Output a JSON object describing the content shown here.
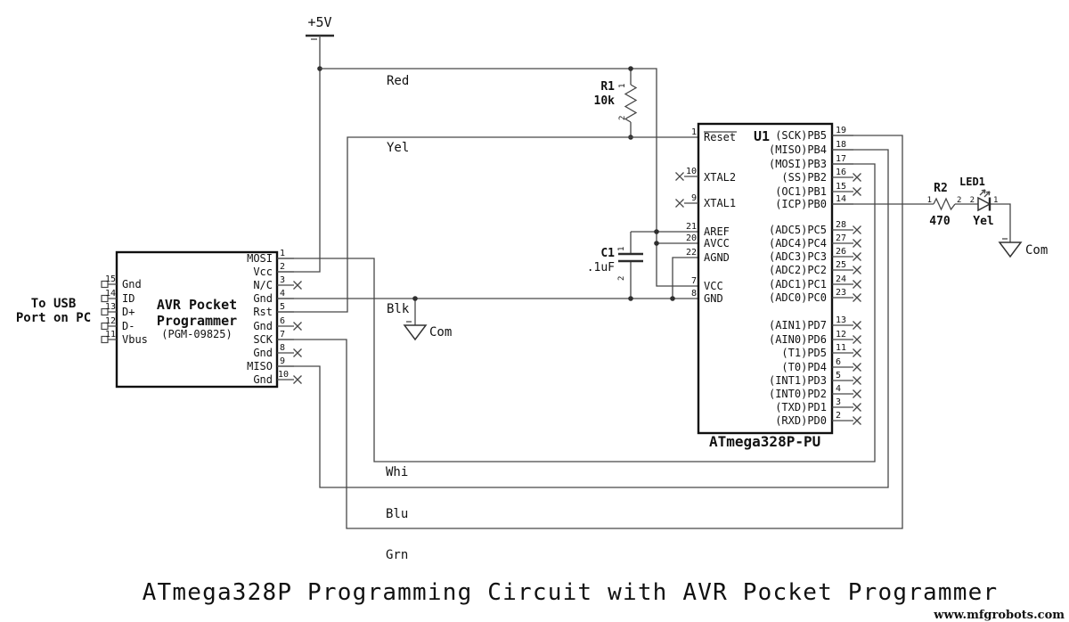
{
  "title": "ATmega328P Programming Circuit with AVR Pocket Programmer",
  "watermark": "www.mfgrobots.com",
  "power": {
    "label": "+5V"
  },
  "wires": {
    "red": "Red",
    "yel": "Yel",
    "blk": "Blk",
    "whi": "Whi",
    "blu": "Blu",
    "grn": "Grn"
  },
  "grounds": {
    "com1": "Com",
    "com2": "Com"
  },
  "programmer": {
    "line1": "AVR Pocket",
    "line2": "Programmer",
    "part": "(PGM-09825)",
    "usb_note_line1": "To USB",
    "usb_note_line2": "Port on PC",
    "right_pins": [
      {
        "num": "1",
        "name": "MOSI"
      },
      {
        "num": "2",
        "name": "Vcc"
      },
      {
        "num": "3",
        "name": "N/C"
      },
      {
        "num": "4",
        "name": "Gnd"
      },
      {
        "num": "5",
        "name": "Rst"
      },
      {
        "num": "6",
        "name": "Gnd"
      },
      {
        "num": "7",
        "name": "SCK"
      },
      {
        "num": "8",
        "name": "Gnd"
      },
      {
        "num": "9",
        "name": "MISO"
      },
      {
        "num": "10",
        "name": "Gnd"
      }
    ],
    "left_pins": [
      {
        "num": "15",
        "name": "Gnd"
      },
      {
        "num": "14",
        "name": "ID"
      },
      {
        "num": "13",
        "name": "D+"
      },
      {
        "num": "12",
        "name": "D-"
      },
      {
        "num": "11",
        "name": "Vbus"
      }
    ]
  },
  "chip": {
    "ref": "U1",
    "part": "ATmega328P-PU",
    "left_pins": [
      {
        "num": "1",
        "name": "Reset"
      },
      {
        "num": "10",
        "name": "XTAL2"
      },
      {
        "num": "9",
        "name": "XTAL1"
      },
      {
        "num": "21",
        "name": "AREF"
      },
      {
        "num": "20",
        "name": "AVCC"
      },
      {
        "num": "22",
        "name": "AGND"
      },
      {
        "num": "7",
        "name": "VCC"
      },
      {
        "num": "8",
        "name": "GND"
      }
    ],
    "right_pins": [
      {
        "num": "19",
        "name": "(SCK)PB5"
      },
      {
        "num": "18",
        "name": "(MISO)PB4"
      },
      {
        "num": "17",
        "name": "(MOSI)PB3"
      },
      {
        "num": "16",
        "name": "(SS)PB2"
      },
      {
        "num": "15",
        "name": "(OC1)PB1"
      },
      {
        "num": "14",
        "name": "(ICP)PB0"
      },
      {
        "num": "28",
        "name": "(ADC5)PC5"
      },
      {
        "num": "27",
        "name": "(ADC4)PC4"
      },
      {
        "num": "26",
        "name": "(ADC3)PC3"
      },
      {
        "num": "25",
        "name": "(ADC2)PC2"
      },
      {
        "num": "24",
        "name": "(ADC1)PC1"
      },
      {
        "num": "23",
        "name": "(ADC0)PC0"
      },
      {
        "num": "13",
        "name": "(AIN1)PD7"
      },
      {
        "num": "12",
        "name": "(AIN0)PD6"
      },
      {
        "num": "11",
        "name": "(T1)PD5"
      },
      {
        "num": "6",
        "name": "(T0)PD4"
      },
      {
        "num": "5",
        "name": "(INT1)PD3"
      },
      {
        "num": "4",
        "name": "(INT0)PD2"
      },
      {
        "num": "3",
        "name": "(TXD)PD1"
      },
      {
        "num": "2",
        "name": "(RXD)PD0"
      }
    ]
  },
  "r1": {
    "ref": "R1",
    "value": "10k",
    "pin_top": "1",
    "pin_bottom": "2"
  },
  "r2": {
    "ref": "R2",
    "value": "470",
    "pin_left": "1",
    "pin_right": "2"
  },
  "c1": {
    "ref": "C1",
    "value": ".1uF",
    "pin_top": "1",
    "pin_bottom": "2"
  },
  "led1": {
    "ref": "LED1",
    "color": "Yel",
    "pin_left": "2",
    "pin_right": "1"
  }
}
